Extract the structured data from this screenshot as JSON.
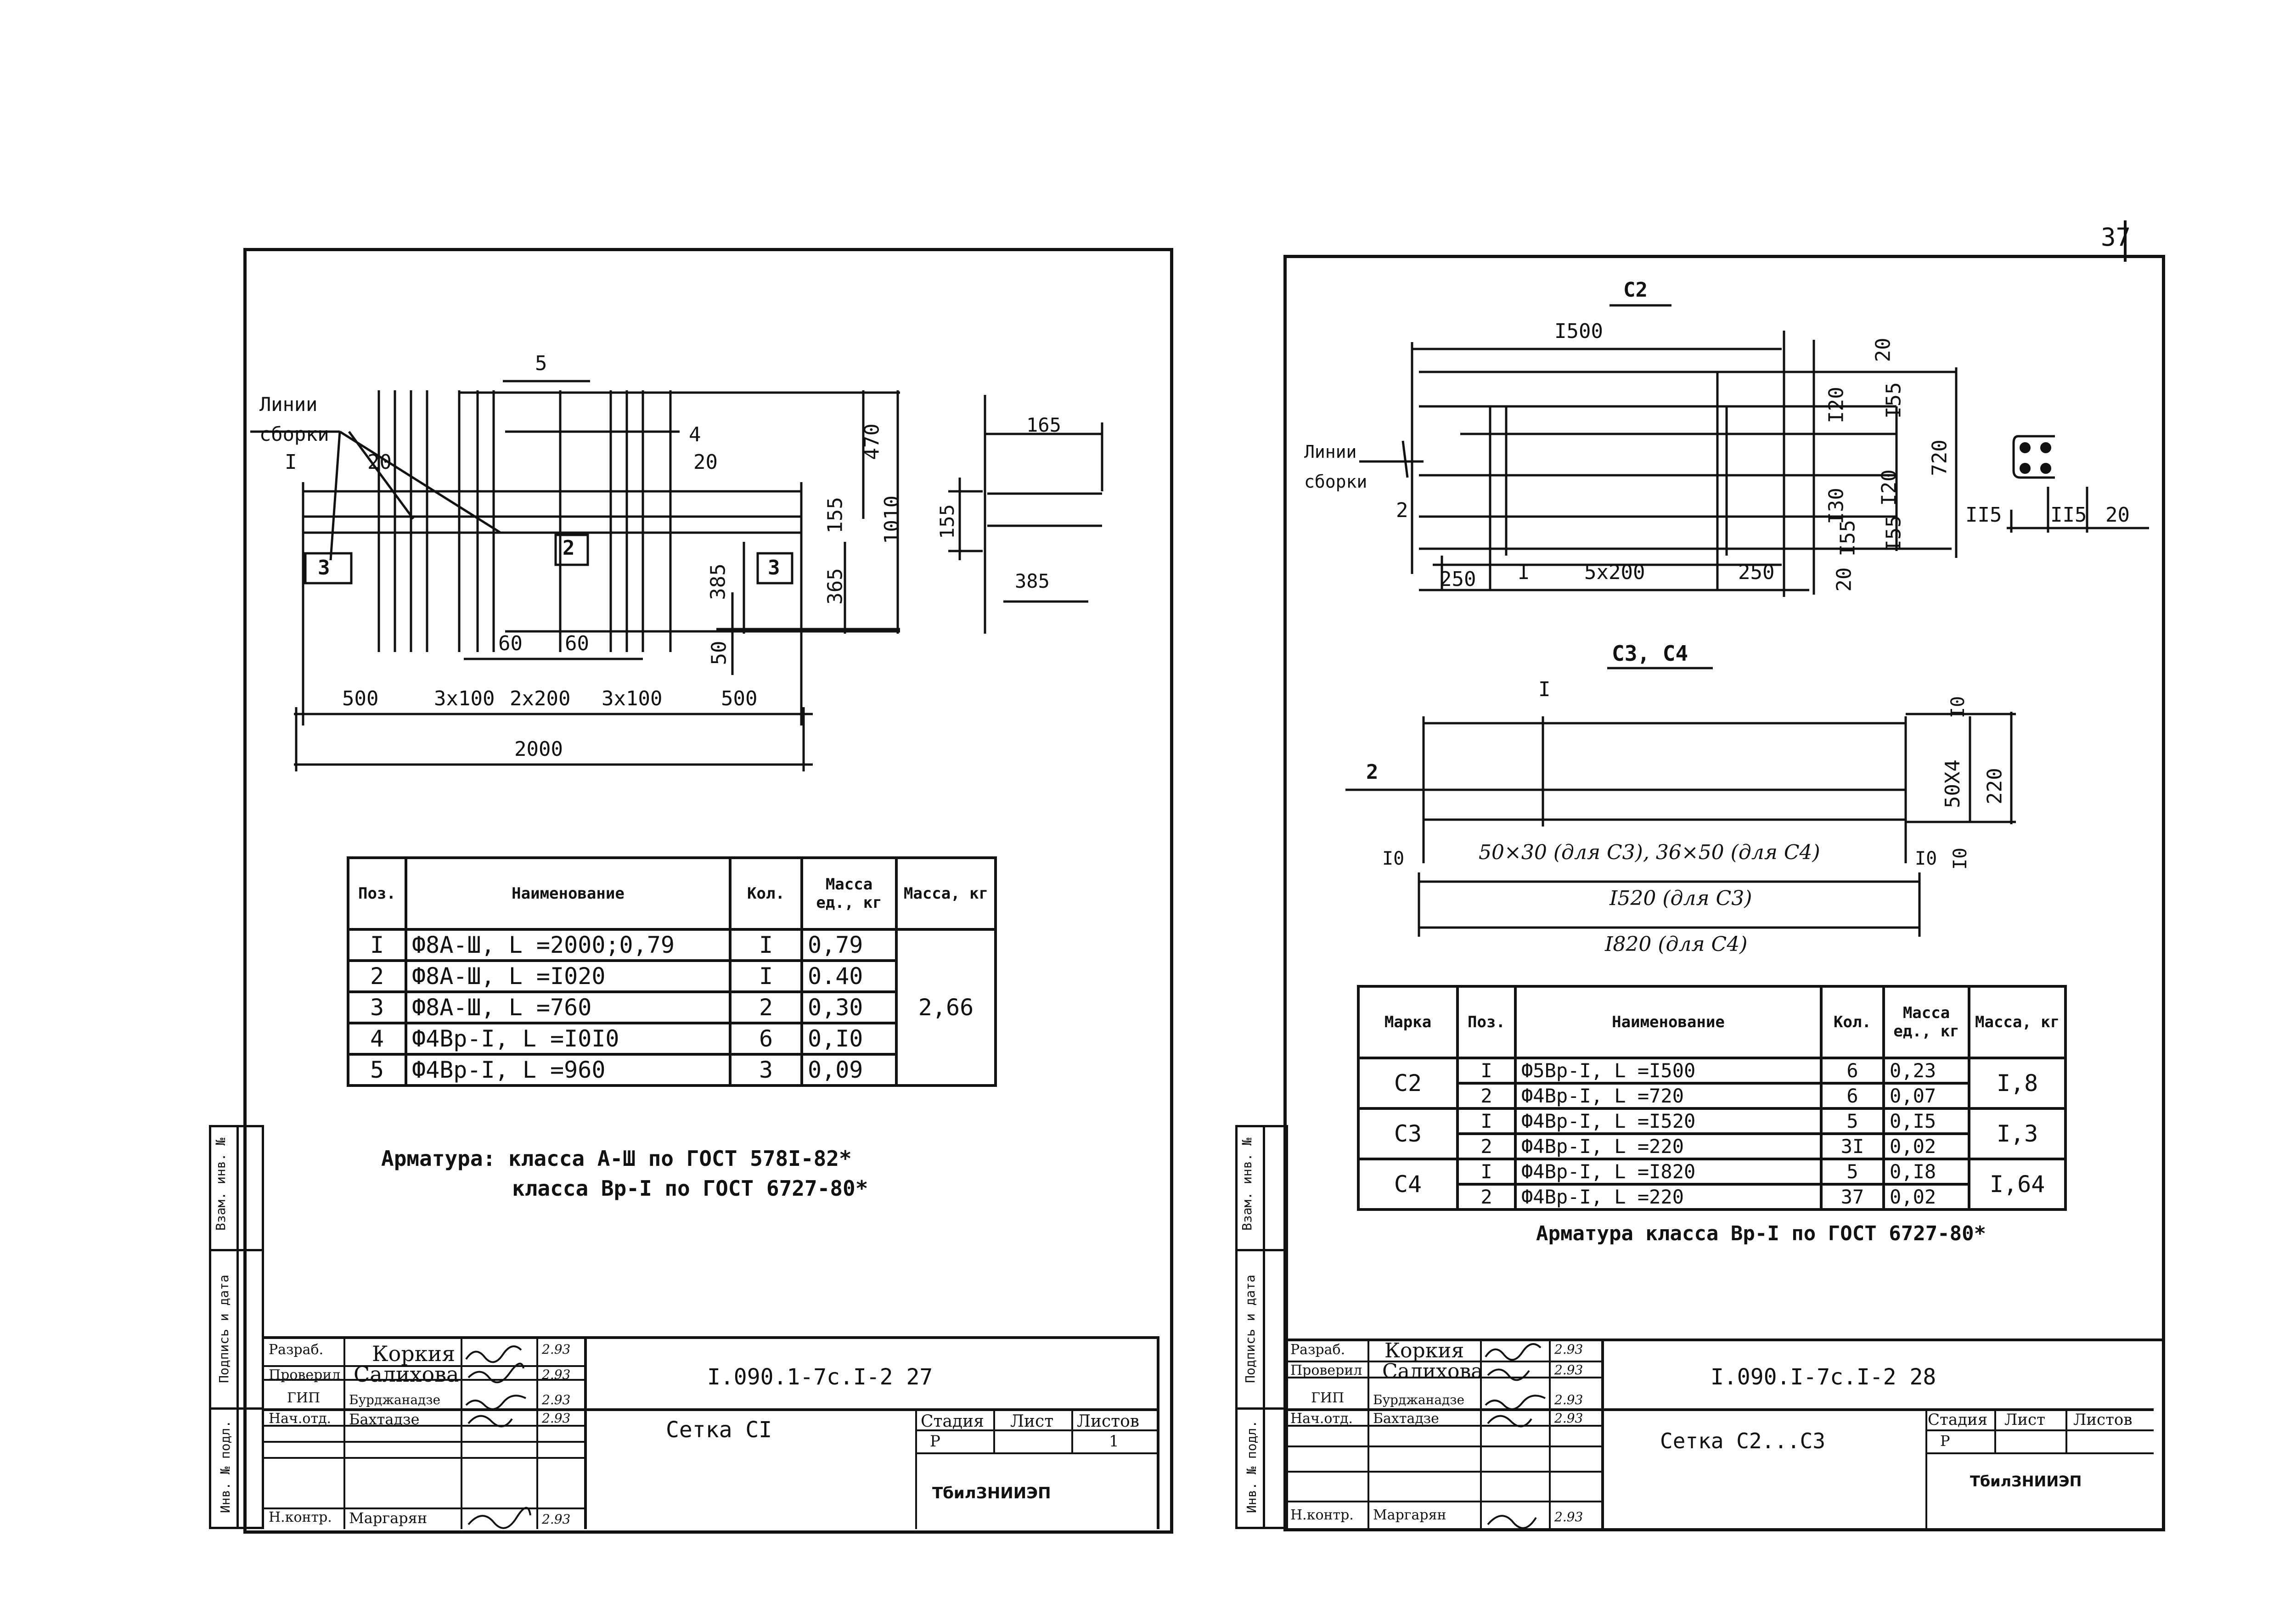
{
  "page_number": "37",
  "left_sheet": {
    "drawing": {
      "note_lines_line1": "Линии",
      "note_lines_line2": "сборки",
      "labels": {
        "roman_1": "I",
        "pos3_left": "3",
        "pos2": "2",
        "pos3_right": "3",
        "d5": "5",
        "d20a": "20",
        "d4": "4",
        "d20b": "20",
        "d470": "470",
        "d155": "155",
        "d1010": "1010",
        "d385a": "385",
        "d365": "365",
        "d50": "50",
        "d60a": "60",
        "d60b": "60",
        "d500a": "500",
        "d3x100a": "3x100",
        "d2x200": "2x200",
        "d3x100b": "3x100",
        "d500b": "500",
        "d2000": "2000",
        "side_165": "165",
        "side_155": "155",
        "side_385": "385"
      }
    },
    "table": {
      "headers": [
        "Поз.",
        "Наименование",
        "Кол.",
        "Масса ед., кг",
        "Масса, кг"
      ],
      "rows": [
        {
          "pos": "I",
          "name": "Ф8А-Ш, L =2000;0,79",
          "qty": "I",
          "mass": "0,79"
        },
        {
          "pos": "2",
          "name": "Ф8А-Ш, L =I020",
          "qty": "I",
          "mass": "0.40"
        },
        {
          "pos": "3",
          "name": "Ф8А-Ш, L =760",
          "qty": "2",
          "mass": "0,30"
        },
        {
          "pos": "4",
          "name": "Ф4Вр-I, L =I0I0",
          "qty": "6",
          "mass": "0,I0"
        },
        {
          "pos": "5",
          "name": "Ф4Вр-I, L =960",
          "qty": "3",
          "mass": "0,09"
        }
      ],
      "total": "2,66"
    },
    "note_line1": "Арматура: класса А-Ш по ГОСТ 578I-82*",
    "note_line2": "класса Вр-I по ГОСТ 6727-80*",
    "side_stamp": [
      "Взам. инв. №",
      "Подпись и дата",
      "Инв. № подл."
    ],
    "title_block": {
      "roles": [
        "Разраб.",
        "Проверил",
        "ГИП",
        "Нач.отд.",
        "",
        "",
        "Н.контр."
      ],
      "names": [
        "Коркия",
        "Салихова",
        "Бурджанадзе",
        "Бахтадзе",
        "",
        "",
        "Маргарян"
      ],
      "dates": [
        "2.93",
        "2.93",
        "2.93",
        "2.93",
        "",
        "",
        "2.93"
      ],
      "code": "I.090.1-7c.I-2 27",
      "title": "Сетка СI",
      "stage_label": "Стадия",
      "sheet_label": "Лист",
      "sheets_label": "Листов",
      "stage": "Р",
      "sheets": "1",
      "org": "ТбилЗНИИЭП"
    }
  },
  "right_sheet": {
    "c2_drawing": {
      "title": "С2",
      "note_line1": "Линии",
      "note_line2": "сборки",
      "labels": {
        "d1500": "I500",
        "d20top": "20",
        "d155a": "I55",
        "d120a": "I20",
        "d720": "720",
        "d130": "I30",
        "d120b": "I20",
        "d155b": "I55",
        "d155c": "I55",
        "d20bot": "20",
        "d250a": "250",
        "roman_1": "I",
        "d5x200": "5x200",
        "d250b": "250",
        "pos2": "2",
        "d115a": "II5",
        "d115b": "II5",
        "d20r": "20"
      }
    },
    "c34_drawing": {
      "title": "С3, С4",
      "labels": {
        "roman_1": "I",
        "pos2": "2",
        "d10a": "I0",
        "d10b": "I0",
        "d10top": "I0",
        "d10bot": "I0",
        "d50x4": "50X4",
        "d220": "220",
        "note_inner": "50×30 (для С3), 36×50 (для С4)",
        "d1520": "I520 (для С3)",
        "d1820": "I820 (для С4)"
      }
    },
    "table": {
      "headers": [
        "Марка",
        "Поз.",
        "Наименование",
        "Кол.",
        "Масса ед., кг",
        "Масса, кг"
      ],
      "groups": [
        {
          "mark": "С2",
          "total": "I,8",
          "rows": [
            {
              "pos": "I",
              "name": "Ф5Вр-I, L =I500",
              "qty": "6",
              "mass": "0,23"
            },
            {
              "pos": "2",
              "name": "Ф4Вр-I, L =720",
              "qty": "6",
              "mass": "0,07"
            }
          ]
        },
        {
          "mark": "С3",
          "total": "I,3",
          "rows": [
            {
              "pos": "I",
              "name": "Ф4Вр-I, L =I520",
              "qty": "5",
              "mass": "0,I5"
            },
            {
              "pos": "2",
              "name": "Ф4Вр-I, L =220",
              "qty": "3I",
              "mass": "0,02"
            }
          ]
        },
        {
          "mark": "С4",
          "total": "I,64",
          "rows": [
            {
              "pos": "I",
              "name": "Ф4Вр-I, L =I820",
              "qty": "5",
              "mass": "0,I8"
            },
            {
              "pos": "2",
              "name": "Ф4Вр-I, L =220",
              "qty": "37",
              "mass": "0,02"
            }
          ]
        }
      ]
    },
    "note": "Арматура класса Вр-I по ГОСТ 6727-80*",
    "side_stamp": [
      "Взам. инв. №",
      "Подпись и дата",
      "Инв. № подл."
    ],
    "title_block": {
      "roles": [
        "Разраб.",
        "Проверил",
        "ГИП",
        "Нач.отд.",
        "",
        "",
        "Н.контр."
      ],
      "names": [
        "Коркия",
        "Салихова",
        "Бурджанадзе",
        "Бахтадзе",
        "",
        "",
        "Маргарян"
      ],
      "dates": [
        "2.93",
        "2.93",
        "2.93",
        "2.93",
        "",
        "",
        "2.93"
      ],
      "code": "I.090.I-7c.I-2 28",
      "title": "Сетка С2...С3",
      "stage_label": "Стадия",
      "sheet_label": "Лист",
      "sheets_label": "Листов",
      "stage": "Р",
      "sheets": "",
      "org": "ТбилЗНИИЭП"
    }
  }
}
